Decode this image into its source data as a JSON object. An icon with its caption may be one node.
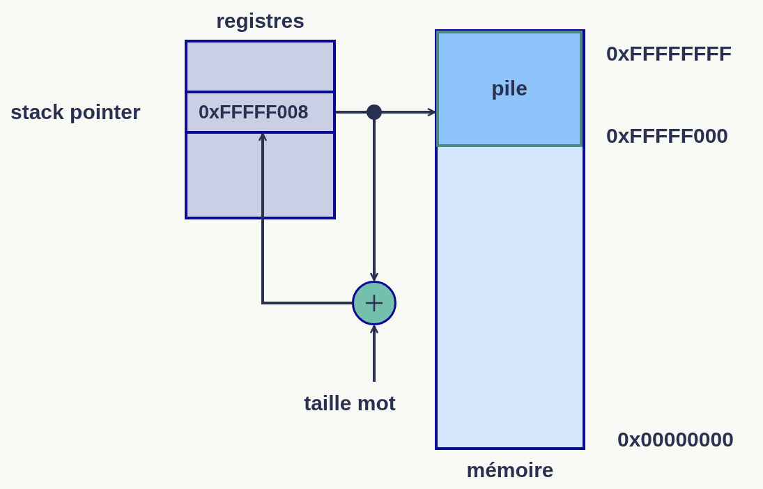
{
  "diagram": {
    "nodes": [
      {
        "text": [
          "registres"
        ]
      },
      {
        "text": [
          "0xFFFFF008"
        ],
        "beside": [
          "stack pointer"
        ],
        "in": 0
      },
      {
        "text": [
          "mémoire"
        ]
      },
      {
        "text": [
          "pile"
        ],
        "in": 2
      },
      {
        "text": [],
        "shape": "circle"
      },
      {
        "text": [
          "taille mot"
        ]
      }
    ],
    "edges": [
      {
        "from": 1,
        "to": 3,
        "arrow": "to"
      },
      {
        "from": 1,
        "to": 4,
        "arrow": "to"
      },
      {
        "from": 4,
        "to": 1,
        "arrow": "to"
      },
      {
        "from": 5,
        "to": 4,
        "arrow": "to"
      }
    ],
    "labels": [
      "0xFFFFFFFF",
      "0xFFFFF000",
      "0x00000000"
    ]
  }
}
